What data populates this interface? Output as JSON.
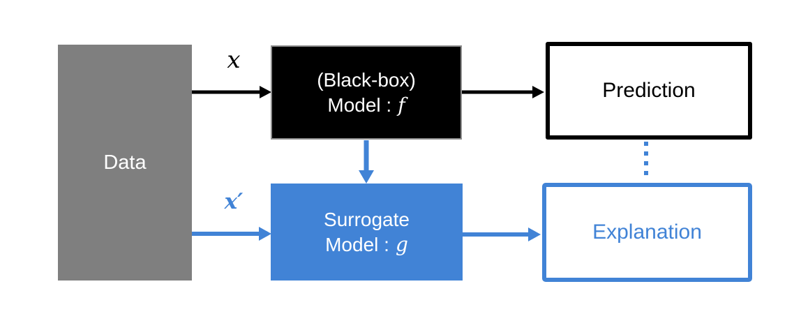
{
  "colors": {
    "blue": "#4183D6",
    "gray": "#7F7F7F",
    "black": "#000000",
    "box_outline_gray": "#8F8F8F"
  },
  "nodes": {
    "data": {
      "label": "Data"
    },
    "blackbox": {
      "line1": "(Black-box)",
      "line2_prefix": "Model :",
      "line2_symbol": "f"
    },
    "prediction": {
      "label": "Prediction"
    },
    "surrogate": {
      "line1": "Surrogate",
      "line2_prefix": "Model :",
      "line2_symbol": "g"
    },
    "explanation": {
      "label": "Explanation"
    }
  },
  "edges": {
    "data_to_blackbox": {
      "label": "x"
    },
    "data_to_surrogate": {
      "label": "x′"
    },
    "blackbox_to_prediction": {
      "label": ""
    },
    "blackbox_to_surrogate": {
      "label": ""
    },
    "surrogate_to_explanation": {
      "label": ""
    },
    "prediction_to_explanation": {
      "label": "",
      "style": "dotted"
    }
  }
}
